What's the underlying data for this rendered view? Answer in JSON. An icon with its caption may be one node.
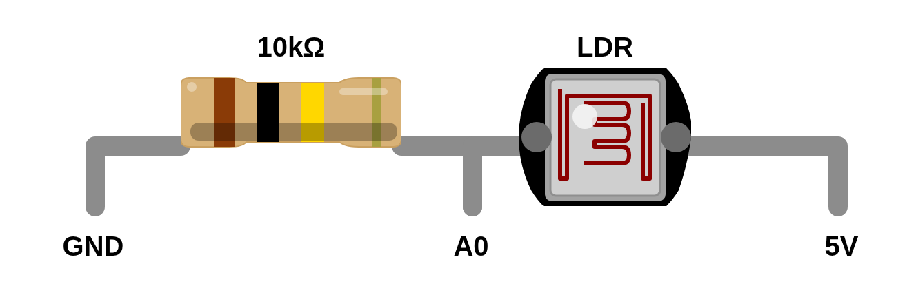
{
  "diagram": {
    "nodes": [
      {
        "text": [
          "GND"
        ]
      },
      {
        "text": [
          "10kΩ"
        ]
      },
      {
        "text": [
          "A0"
        ]
      },
      {
        "text": [
          "LDR"
        ]
      },
      {
        "text": [
          "5V"
        ]
      }
    ],
    "edges": [
      {
        "from": 0,
        "to": 1,
        "arrow": "none"
      },
      {
        "from": 1,
        "to": 2,
        "arrow": "none"
      },
      {
        "from": 2,
        "to": 3,
        "arrow": "none"
      },
      {
        "from": 3,
        "to": 4,
        "arrow": "none"
      }
    ]
  }
}
